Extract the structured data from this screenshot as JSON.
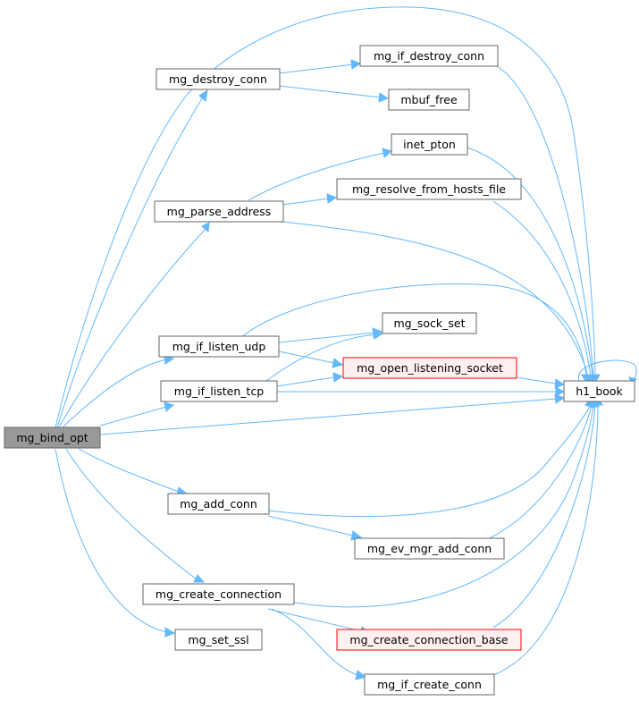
{
  "colors": {
    "edge": "#63b8ff",
    "node_fill": "#ffffff",
    "node_stroke": "#666666",
    "root_fill": "#999999",
    "root_stroke": "#666666",
    "incomplete_fill": "#fff0f0",
    "incomplete_stroke": "#ff0000"
  },
  "nodes": {
    "mg_bind_opt": "mg_bind_opt",
    "mg_destroy_conn": "mg_destroy_conn",
    "mg_if_destroy_conn": "mg_if_destroy_conn",
    "mbuf_free": "mbuf_free",
    "inet_pton": "inet_pton",
    "mg_parse_address": "mg_parse_address",
    "mg_resolve_from_hosts_file": "mg_resolve_from_hosts_file",
    "mg_sock_set": "mg_sock_set",
    "mg_if_listen_udp": "mg_if_listen_udp",
    "mg_open_listening_socket": "mg_open_listening_socket",
    "mg_if_listen_tcp": "mg_if_listen_tcp",
    "h1_book": "h1_book",
    "mg_add_conn": "mg_add_conn",
    "mg_ev_mgr_add_conn": "mg_ev_mgr_add_conn",
    "mg_create_connection": "mg_create_connection",
    "mg_create_connection_base": "mg_create_connection_base",
    "mg_set_ssl": "mg_set_ssl",
    "mg_if_create_conn": "mg_if_create_conn"
  }
}
